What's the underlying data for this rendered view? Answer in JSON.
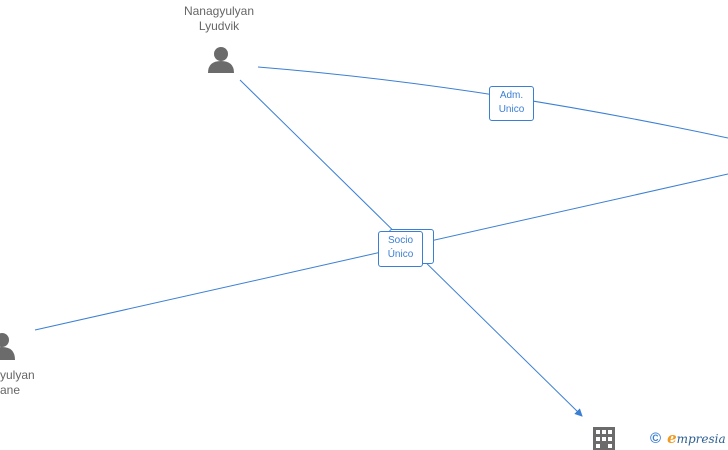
{
  "nodes": {
    "person_top": {
      "name_line1": "Nanagyulyan",
      "name_line2": "Lyudvik"
    },
    "person_left": {
      "name_line1": "yulyan",
      "name_line2": "ane"
    }
  },
  "edges": {
    "adm_unico": {
      "line1": "Adm.",
      "line2": "Unico"
    },
    "socio_unico_back": {
      "line1": "",
      "line2": ""
    },
    "socio_unico": {
      "line1": "Socio",
      "line2": "Único"
    }
  },
  "watermark": {
    "copyright": "©",
    "brand_initial": "e",
    "brand_rest": "mpresia"
  },
  "colors": {
    "edge": "#3b7fd4",
    "node_icon": "#6b6b6b",
    "label_text": "#666666"
  },
  "icons": {
    "person": "person-icon",
    "company": "building-icon"
  }
}
